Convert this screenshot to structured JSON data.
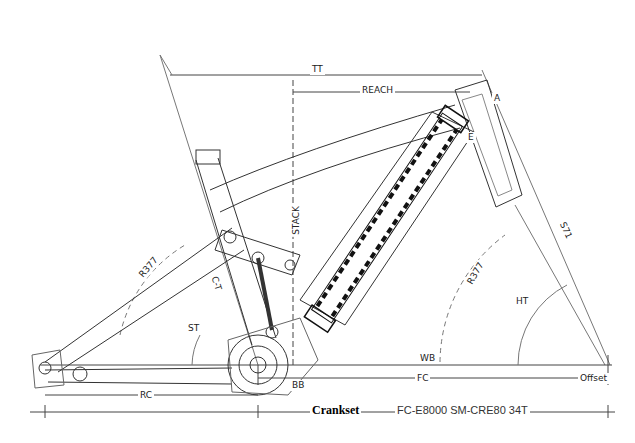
{
  "diagram": {
    "labels": [
      "TT",
      "REACH",
      "STACK",
      "A",
      "E",
      "S71",
      "R377",
      "R377",
      "C-T",
      "ST",
      "HT",
      "WB",
      "BB",
      "FC",
      "Offset",
      "RC",
      "Crankset",
      "FC-E8000 SM-CRE80 34T"
    ]
  }
}
